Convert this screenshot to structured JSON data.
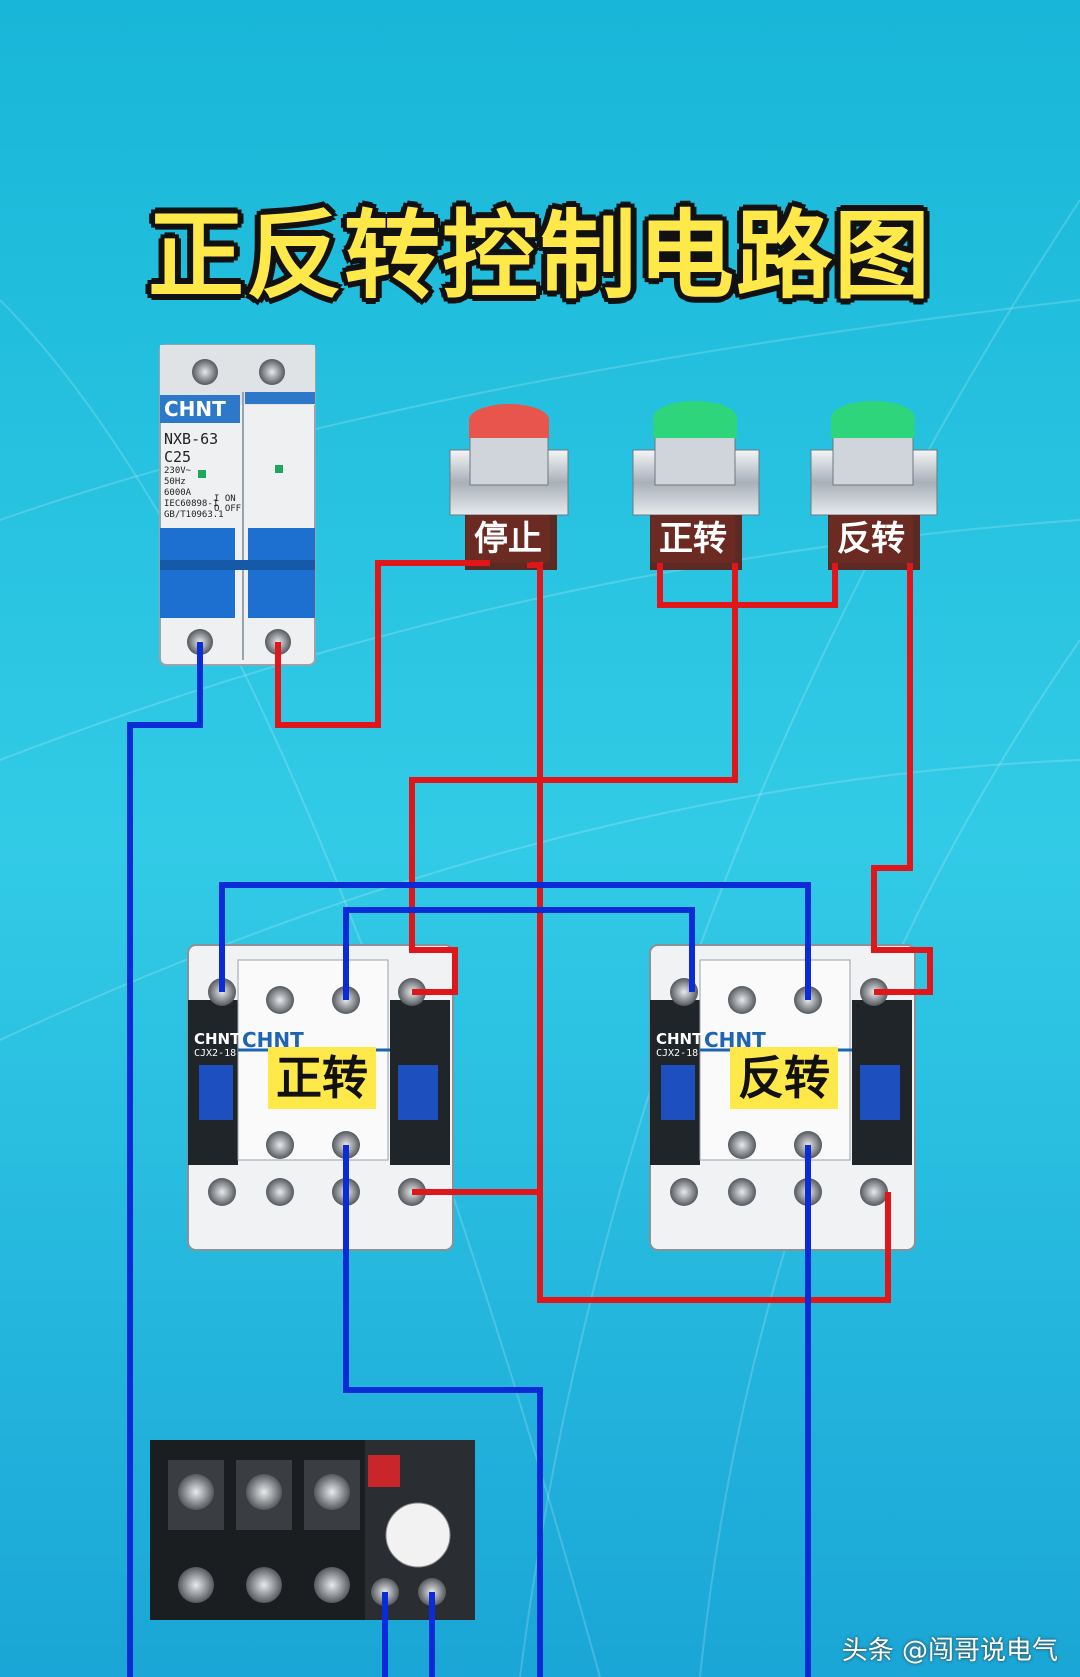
{
  "title": "正反转控制电路图",
  "breaker": {
    "brand": "CHNT",
    "model": "NXB-63",
    "rating": "C25",
    "spec_lines": [
      "230V~",
      "50Hz",
      "6000A",
      "IEC60898-1",
      "GB/T10963.1"
    ],
    "switch_marks": "I ON\nO OFF"
  },
  "buttons": [
    {
      "label": "停止",
      "color": "#e8554c"
    },
    {
      "label": "正转",
      "color": "#2fd57a"
    },
    {
      "label": "反转",
      "color": "#2fd57a"
    }
  ],
  "contactors": [
    {
      "label": "正转",
      "brand": "CHNT",
      "model": "CJX2-18"
    },
    {
      "label": "反转",
      "brand": "CHNT",
      "model": "CJX2-18"
    }
  ],
  "wire_colors": {
    "red": "#e0161b",
    "blue": "#0b2bd6"
  },
  "watermark": "头条 @闯哥说电气"
}
